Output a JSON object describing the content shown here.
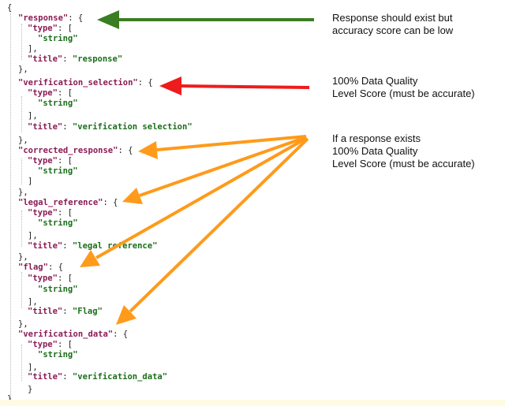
{
  "colors": {
    "green_arrow": "#3a7d23",
    "red_arrow": "#ee1c1c",
    "orange_arrow": "#ff9a1a"
  },
  "annotations": [
    {
      "lines": [
        "Response should exist but",
        "accuracy score can be low"
      ]
    },
    {
      "lines": [
        "100% Data Quality",
        "Level Score (must be accurate)"
      ]
    },
    {
      "lines": [
        "If a response exists",
        "100% Data Quality",
        "Level Score (must be accurate)"
      ]
    }
  ],
  "code": {
    "open": "{",
    "close": "}",
    "fields": [
      {
        "key": "\"response\"",
        "type_key": "\"type\"",
        "type_value": "\"string\"",
        "title_key": "\"title\"",
        "title_value": "\"response\""
      },
      {
        "key": "\"verification_selection\"",
        "type_key": "\"type\"",
        "type_value": "\"string\"",
        "title_key": "\"title\"",
        "title_value": "\"verification selection\""
      },
      {
        "key": "\"corrected_response\"",
        "type_key": "\"type\"",
        "type_value": "\"string\""
      },
      {
        "key": "\"legal_reference\"",
        "type_key": "\"type\"",
        "type_value": "\"string\"",
        "title_key": "\"title\"",
        "title_value": "\"legal reference\""
      },
      {
        "key": "\"flag\"",
        "type_key": "\"type\"",
        "type_value": "\"string\"",
        "title_key": "\"title\"",
        "title_value": "\"Flag\""
      },
      {
        "key": "\"verification_data\"",
        "type_key": "\"type\"",
        "type_value": "\"string\"",
        "title_key": "\"title\"",
        "title_value": "\"verification_data\""
      }
    ]
  }
}
